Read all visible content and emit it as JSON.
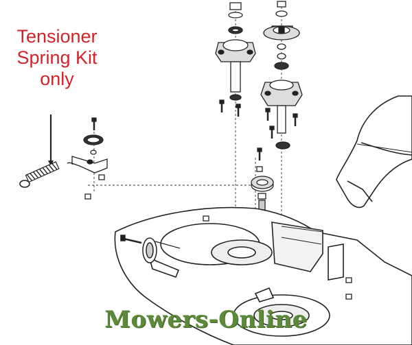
{
  "callout": {
    "lines": [
      "Tensioner",
      "Spring Kit",
      "only"
    ],
    "color": "#d2232a"
  },
  "brand": {
    "name": "Mowers-Online",
    "color": "#5c8a3a"
  },
  "diagram": {
    "line_color": "#222222",
    "background": "#ffffff"
  }
}
